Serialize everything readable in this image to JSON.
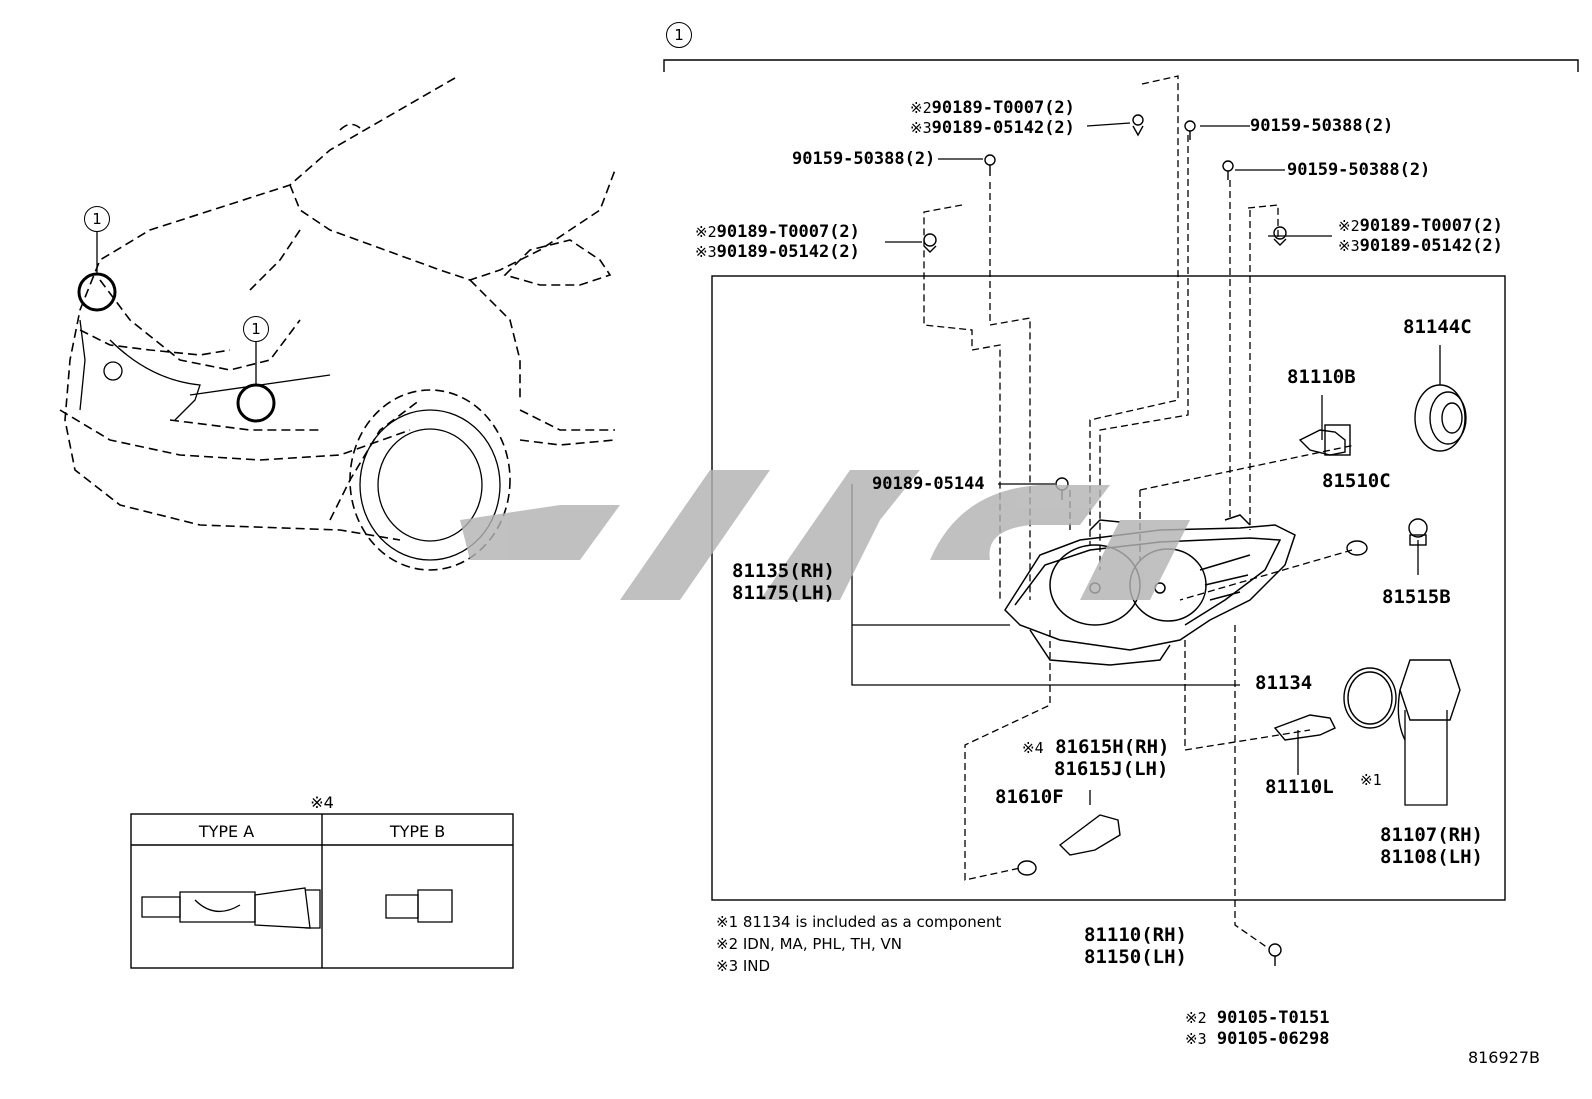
{
  "diagram": {
    "callout_number": "1",
    "top_bracket_marker": "1",
    "parts": {
      "clip_left_top_a": "90189-T0007(2)",
      "clip_left_top_b": "90189-05142(2)",
      "screw_top_center": "90159-50388(2)",
      "screw_left_upper": "90159-50388(2)",
      "screw_right_upper": "90159-50388(2)",
      "clip_left_mid_a": "90189-T0007(2)",
      "clip_left_mid_b": "90189-05142(2)",
      "clip_right_mid_a": "90189-T0007(2)",
      "clip_right_mid_b": "90189-05142(2)",
      "screw_90189_05144": "90189-05144",
      "cap_81144C": "81144C",
      "bulb_81110B": "81110B",
      "socket_81510C": "81510C",
      "bulb_81515B": "81515B",
      "housing_rh": "81135(RH)",
      "housing_lh": "81175(LH)",
      "gasket_81134": "81134",
      "ballast_rh": "81615H(RH)",
      "ballast_lh": "81615J(LH)",
      "bulb_81610F": "81610F",
      "bulb_81110L": "81110L",
      "socket_rh": "81107(RH)",
      "socket_lh": "81108(LH)",
      "assembly_rh": "81110(RH)",
      "assembly_lh": "81150(LH)",
      "bolt_a": "90105-T0151",
      "bolt_b": "90105-06298"
    },
    "marks": {
      "m1": "※1",
      "m2": "※2",
      "m3": "※3",
      "m4": "※4"
    },
    "notes": [
      "※1 81134 is included as a component",
      "※2 IDN, MA, PHL, TH, VN",
      "※3 IND"
    ],
    "type_table": {
      "mark": "※4",
      "type_a": "TYPE A",
      "type_b": "TYPE B"
    },
    "figure_code": "816927B"
  }
}
